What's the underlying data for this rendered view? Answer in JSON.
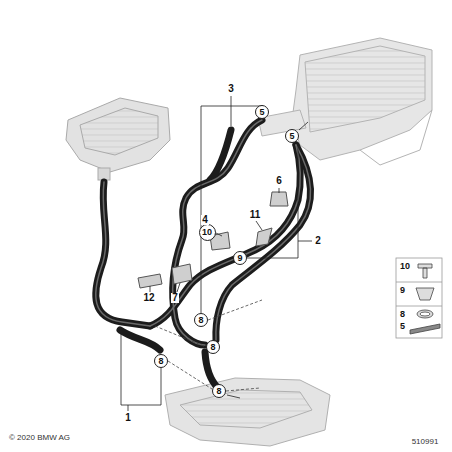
{
  "diagram": {
    "nodes": [
      {
        "text": [
          "5"
        ]
      },
      {
        "text": [
          "5"
        ]
      },
      {
        "text": [
          "10"
        ]
      },
      {
        "text": [
          "9"
        ]
      },
      {
        "text": [
          "8"
        ]
      },
      {
        "text": [
          "8"
        ]
      },
      {
        "text": [
          "8"
        ]
      },
      {
        "text": [
          "8"
        ]
      },
      {
        "text": [
          "10"
        ]
      },
      {
        "text": [
          "9"
        ]
      },
      {
        "text": [
          "8",
          "5"
        ]
      }
    ],
    "edges": [],
    "labels": [
      "3",
      "6",
      "4",
      "11",
      "2",
      "7",
      "12",
      "1",
      "© 2020 BMW AG",
      "510991"
    ]
  }
}
